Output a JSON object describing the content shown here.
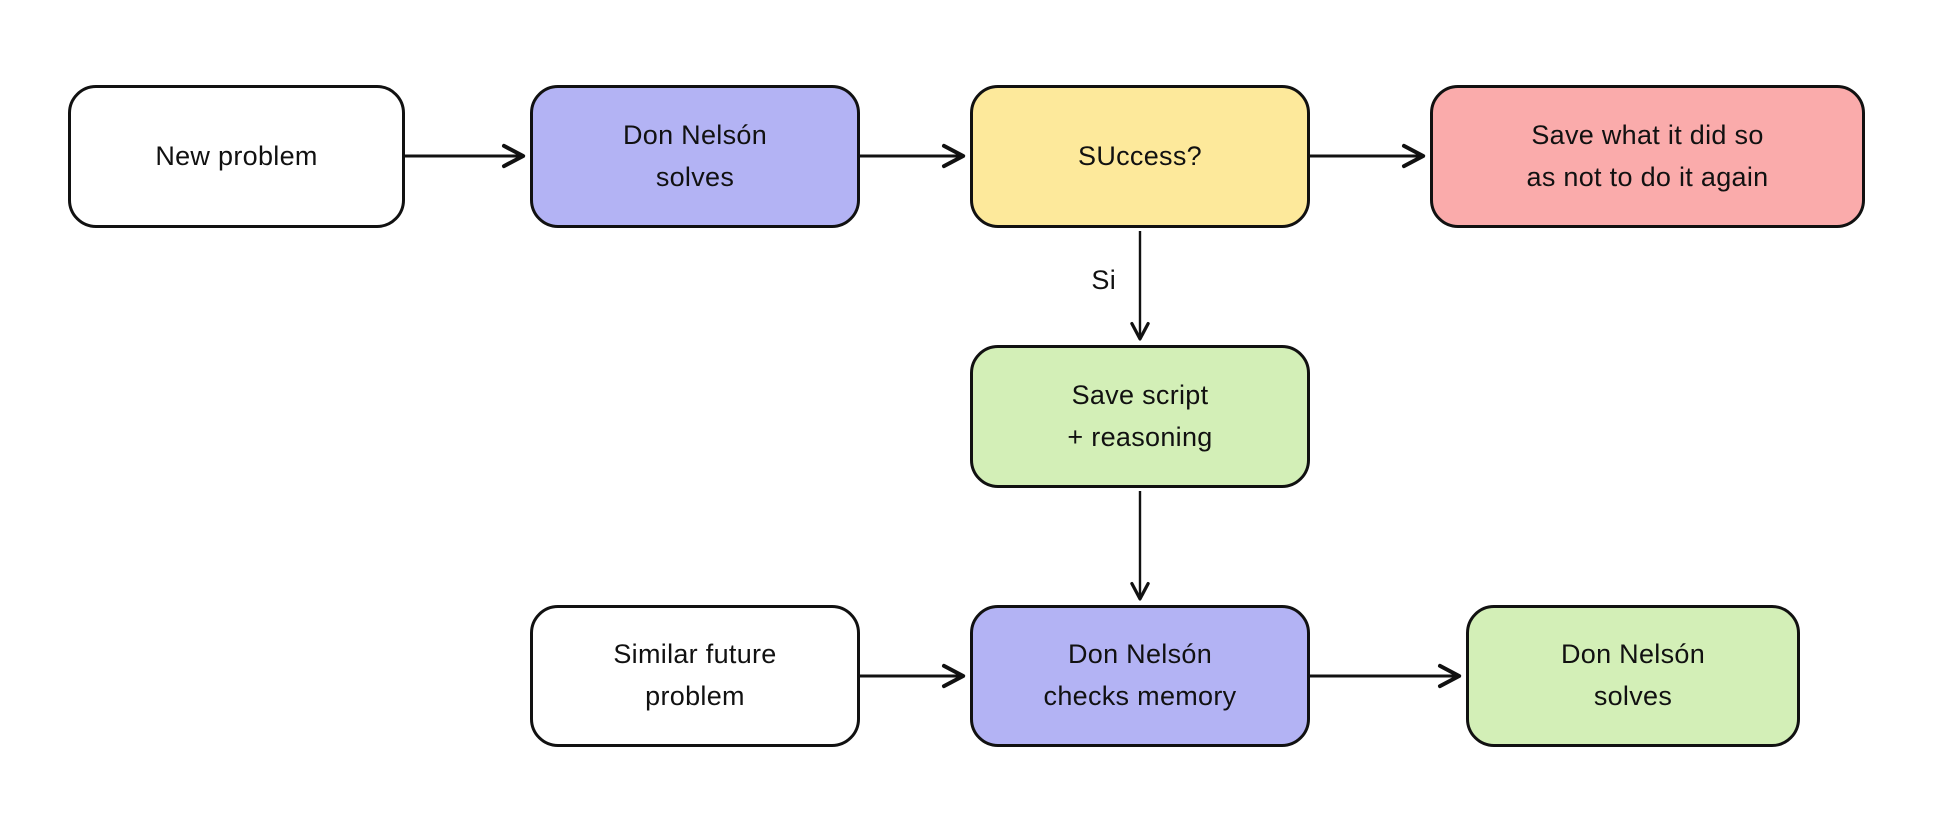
{
  "diagram": {
    "background": "#ffffff",
    "stroke_color": "#111111",
    "nodes": [
      {
        "id": "new-problem",
        "label": "New problem",
        "fill": "#ffffff"
      },
      {
        "id": "don-nelson-solves",
        "label": "Don Nelsón\nsolves",
        "fill": "#b3b3f4"
      },
      {
        "id": "success-question",
        "label": "SUccess?",
        "fill": "#fde99b"
      },
      {
        "id": "save-what-it-did",
        "label": "Save what it did so\nas not to do it again",
        "fill": "#faabab"
      },
      {
        "id": "save-script-reasoning",
        "label": "Save script\n+ reasoning",
        "fill": "#d3efb7"
      },
      {
        "id": "similar-future-problem",
        "label": "Similar future\nproblem",
        "fill": "#ffffff"
      },
      {
        "id": "don-nelson-checks-memory",
        "label": "Don Nelsón\nchecks memory",
        "fill": "#b3b3f4"
      },
      {
        "id": "don-nelson-solves-again",
        "label": "Don Nelsón\nsolves",
        "fill": "#d3efb7"
      }
    ],
    "edge_labels": {
      "si": "Si"
    }
  }
}
